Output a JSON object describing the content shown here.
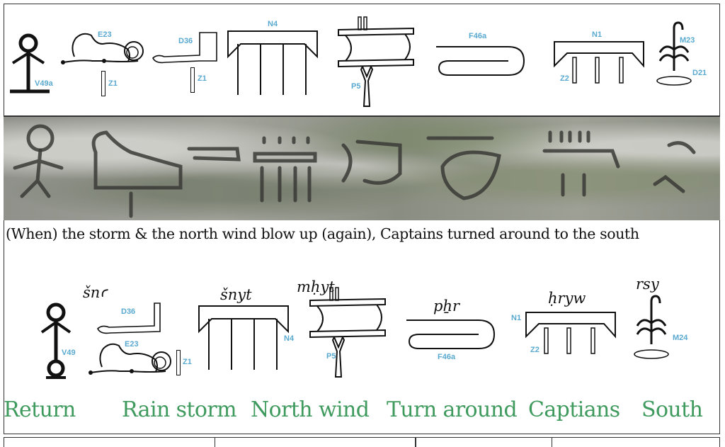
{
  "top_panel": {
    "codes": {
      "v49a": "V49a",
      "e23": "E23",
      "z1_a": "Z1",
      "d36": "D36",
      "z1_b": "Z1",
      "n4": "N4",
      "p5": "P5",
      "f46a": "F46a",
      "n1": "N1",
      "z2": "Z2",
      "m23": "M23",
      "d21": "D21"
    }
  },
  "stone_photo": {
    "description": "Carved hieroglyphic inscription on weathered stone"
  },
  "translation": "(When) the storm & the north wind blow up (again), Captains turned around to the south",
  "bottom_panel": {
    "transliterations": {
      "sn": "šnꜥ",
      "snyt": "šnyt",
      "mhyt": "mḥyt",
      "phr": "pẖr",
      "hryw": "ḥryw",
      "rsy": "rsy"
    },
    "codes": {
      "v49": "V49",
      "d36": "D36",
      "e23": "E23",
      "z1": "Z1",
      "n4": "N4",
      "p5": "P5",
      "f46a": "F46a",
      "n1": "N1",
      "z2": "Z2",
      "m24": "M24"
    }
  },
  "glosses": [
    "Return",
    "Rain storm",
    "North wind",
    "Turn around",
    "Captians",
    "South"
  ],
  "colors": {
    "code_label": "#5aa9cf",
    "gloss_text": "#3f9a5e",
    "border": "#333333"
  }
}
